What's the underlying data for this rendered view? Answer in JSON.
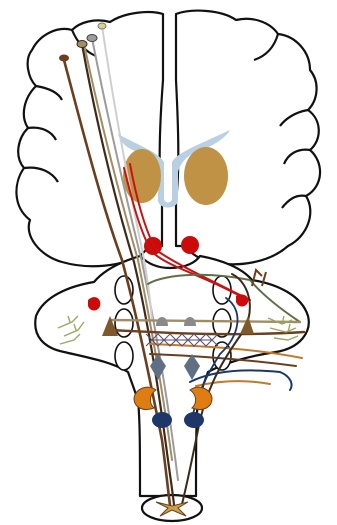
{
  "diagram": {
    "subject": "brain-coronal-section-with-descending-tracts",
    "colors": {
      "outline": "#111111",
      "ventricle": "#b9d0e2",
      "nucleus_gold": "#bf9245",
      "red_nucleus": "#cc0a0a",
      "tract_brown": "#6b3f1e",
      "tract_dark": "#3d2b1a",
      "tract_tan": "#a08d66",
      "tract_gray": "#9c9c9c",
      "tract_green": "#5e7048",
      "tract_orange": "#c07a2a",
      "tract_navy": "#1d3768",
      "tract_red": "#c81212",
      "pyramid_fill": "#7d5a2c",
      "olive_fill": "#e07d12",
      "diamond_fill": "#5f7085",
      "cerebellar_sprig": "#9aa862",
      "lattice": "#5a4c7a"
    },
    "tract_endpoints": [
      "brown-tip",
      "tan-tip",
      "gray-tip",
      "yellow-tip"
    ]
  }
}
